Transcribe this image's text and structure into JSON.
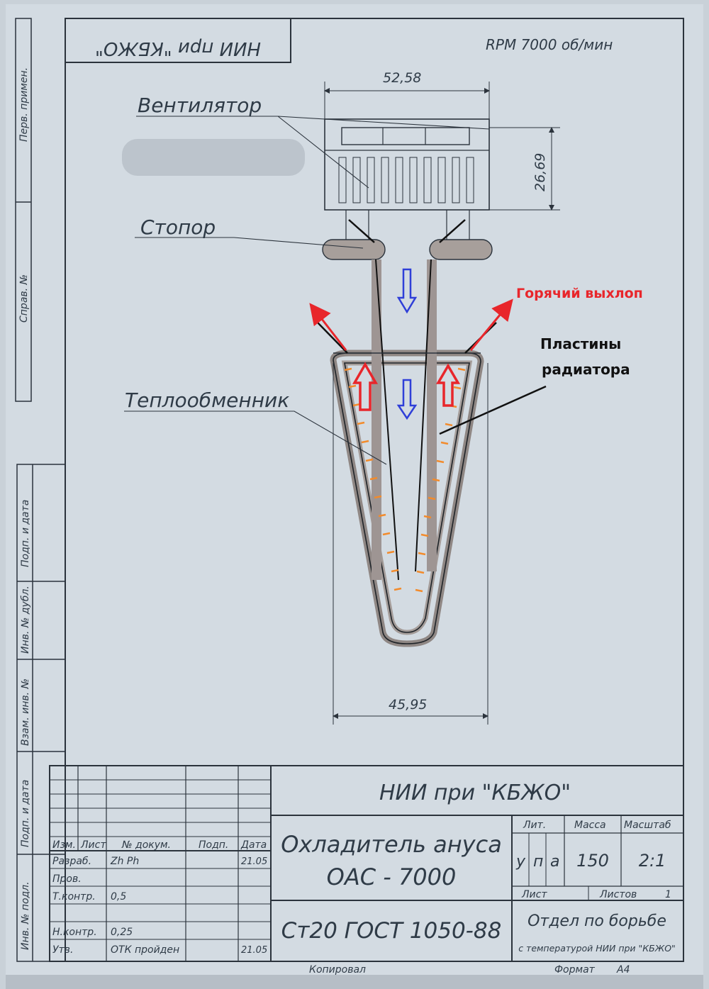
{
  "header": {
    "stamp_mirrored": "НИИ при \"КБЖО\"",
    "rpm": "RPM 7000 об/мин"
  },
  "margin_labels": [
    "Перв. примен.",
    "Справ. №",
    "Подп. и дата",
    "Инв. № дубл.",
    "Взам. инв. №",
    "Подп. и дата",
    "Инв. № подл."
  ],
  "dimensions": {
    "top_width": "52,58",
    "fan_height": "26,69",
    "bottom_width": "45,95"
  },
  "labels": {
    "fan": "Вентилятор",
    "stopper": "Стопор",
    "heat_exchanger": "Теплообменник",
    "hot_exhaust": "Горячий выхлоп",
    "radiator_plates_1": "Пластины",
    "radiator_plates_2": "радиатора"
  },
  "colors": {
    "paper": "#d3dbe2",
    "ink": "#2b333c",
    "hot": "#e8262b",
    "cold": "#2f3fd8",
    "fin": "#f28b2c",
    "grey_fill": "#9a9290"
  },
  "title_block": {
    "organization": "НИИ при \"КБЖО\"",
    "product_line1": "Охладитель ануса",
    "product_line2": "ОАС - 7000",
    "material": "Ст20 ГОСТ 1050-88",
    "department_line1": "Отдел по борьбе",
    "department_line2": "с температурой НИИ при \"КБЖО\"",
    "col_headers": [
      "Изм.",
      "Лист",
      "№ докум.",
      "Подп.",
      "Дата"
    ],
    "rows": [
      {
        "role": "Разраб.",
        "doc": "Zh Ph",
        "date": "21.05"
      },
      {
        "role": "Пров.",
        "doc": "",
        "date": ""
      },
      {
        "role": "Т.контр.",
        "doc": "0,5",
        "date": ""
      },
      {
        "role": "",
        "doc": "",
        "date": ""
      },
      {
        "role": "Н.контр.",
        "doc": "0,25",
        "date": ""
      },
      {
        "role": "Утв.",
        "doc": "ОТК пройден",
        "date": "21.05"
      }
    ],
    "lit_label": "Лит.",
    "mass_label": "Масса",
    "scale_label": "Масштаб",
    "lit_values": [
      "у",
      "п",
      "а"
    ],
    "mass": "150",
    "scale": "2:1",
    "sheet_label": "Лист",
    "sheets_label": "Листов",
    "sheets_value": "1",
    "copied": "Копировал",
    "format_label": "Формат",
    "format_value": "А4"
  }
}
